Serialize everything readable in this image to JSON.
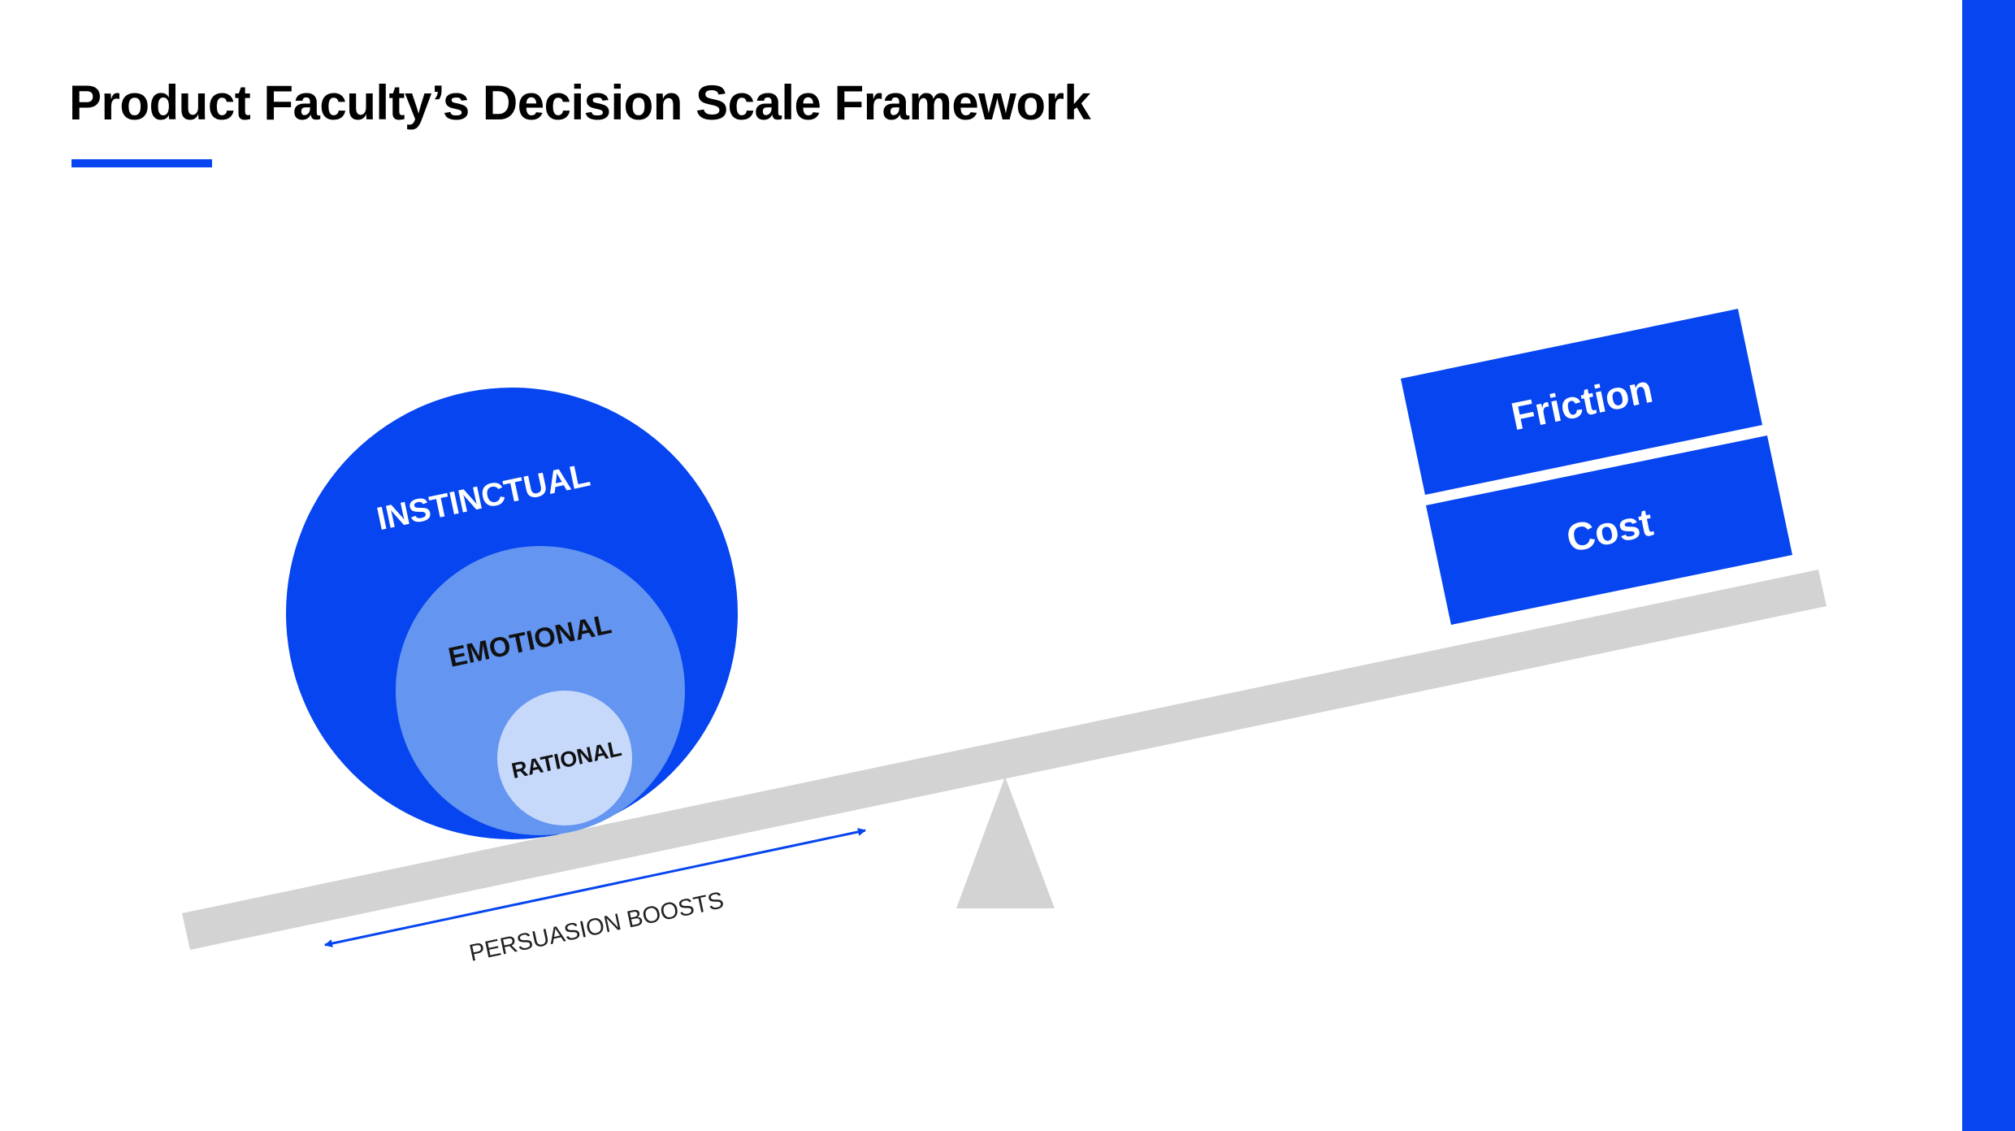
{
  "page": {
    "title": "Product Faculty’s Decision Scale Framework",
    "accent_color": "#0645ef"
  },
  "diagram": {
    "circles": {
      "outer_label": "INSTINCTUAL",
      "middle_label": "EMOTIONAL",
      "inner_label": "RATIONAL",
      "outer_color": "#0645ef",
      "middle_color": "#6495f0",
      "inner_color": "#c7d9fb"
    },
    "blocks": {
      "top_label": "Friction",
      "bottom_label": "Cost",
      "color": "#0645ef"
    },
    "arrow_label": "PERSUASION BOOSTS",
    "beam_color": "#d3d3d3",
    "fulcrum_color": "#d3d3d3"
  }
}
